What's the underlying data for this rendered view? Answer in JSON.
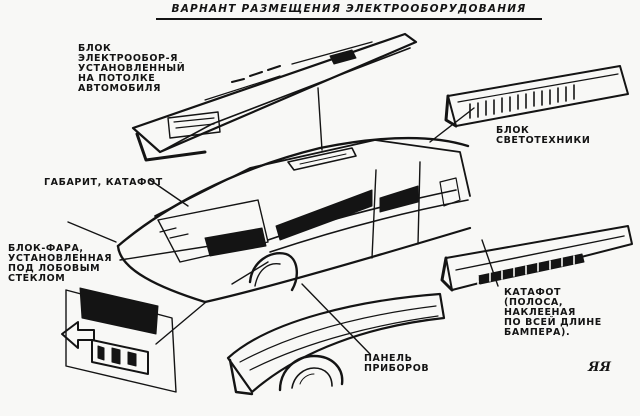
{
  "title": "Варнант размещения электрооборудования",
  "labels": {
    "roof_block": [
      "Блок",
      "электрообор-я",
      "установленный",
      "на потолке",
      "автомобиля"
    ],
    "light_block": [
      "Блок",
      "светотехники"
    ],
    "gabarit": [
      "Габарит, катафот"
    ],
    "headlight_block": [
      "Блок-фара,",
      "установленная",
      "под лобовым",
      "стеклом"
    ],
    "reflector": [
      "Катафот",
      "(полоса,",
      "наклееная",
      "по всей длине",
      "бампера)."
    ],
    "instrument_panel": [
      "Панель",
      "приборов"
    ]
  },
  "signature": "ЯЯ",
  "colors": {
    "ink": "#141414",
    "paper": "#f8f8f6"
  }
}
